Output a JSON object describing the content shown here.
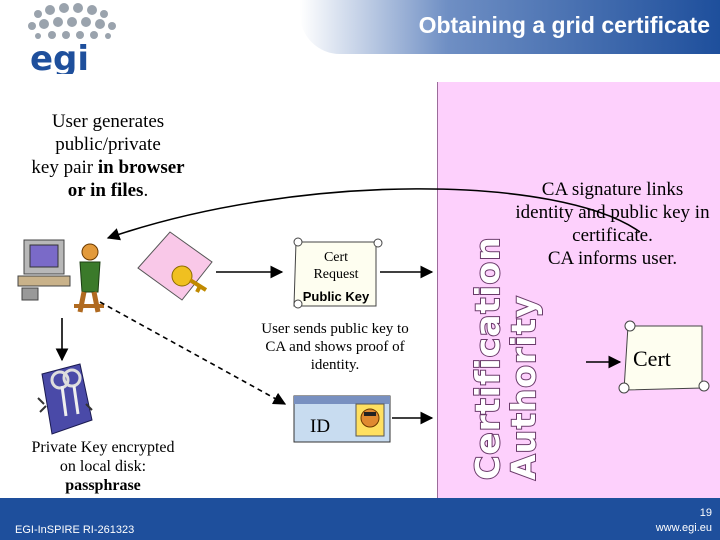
{
  "header": {
    "title": "Obtaining a grid certificate",
    "logo_text": "egi"
  },
  "ca_panel": {
    "vertical_label_line1": "Certification",
    "vertical_label_line2": "Authority",
    "description": [
      "CA signature links",
      "identity and public key in",
      "certificate.",
      "CA informs user."
    ]
  },
  "user_step": {
    "line1": "User generates",
    "line2": "public/private",
    "line3_prefix": "key pair ",
    "line3_bold": "in browser",
    "line4_bold": "or in files",
    "line4_suffix": "."
  },
  "cert_request": {
    "line1": "Cert",
    "line2": "Request",
    "line3": "Public Key"
  },
  "sends_text": [
    "User sends public key to",
    "CA and shows proof of",
    "identity."
  ],
  "id_card": {
    "label": "ID"
  },
  "cert_scroll": {
    "label": "Cert"
  },
  "private_key": {
    "line1": "Private Key encrypted",
    "line2": "on local disk:",
    "line3": "passphrase"
  },
  "footer": {
    "left": "EGI-InSPIRE RI-261323",
    "page": "19",
    "url": "www.egi.eu"
  },
  "colors": {
    "brand_blue": "#1e4f9c",
    "ca_panel": "#fdd0fc",
    "key_card": "#f9c8e8",
    "id_card": "#c8dcf0"
  }
}
